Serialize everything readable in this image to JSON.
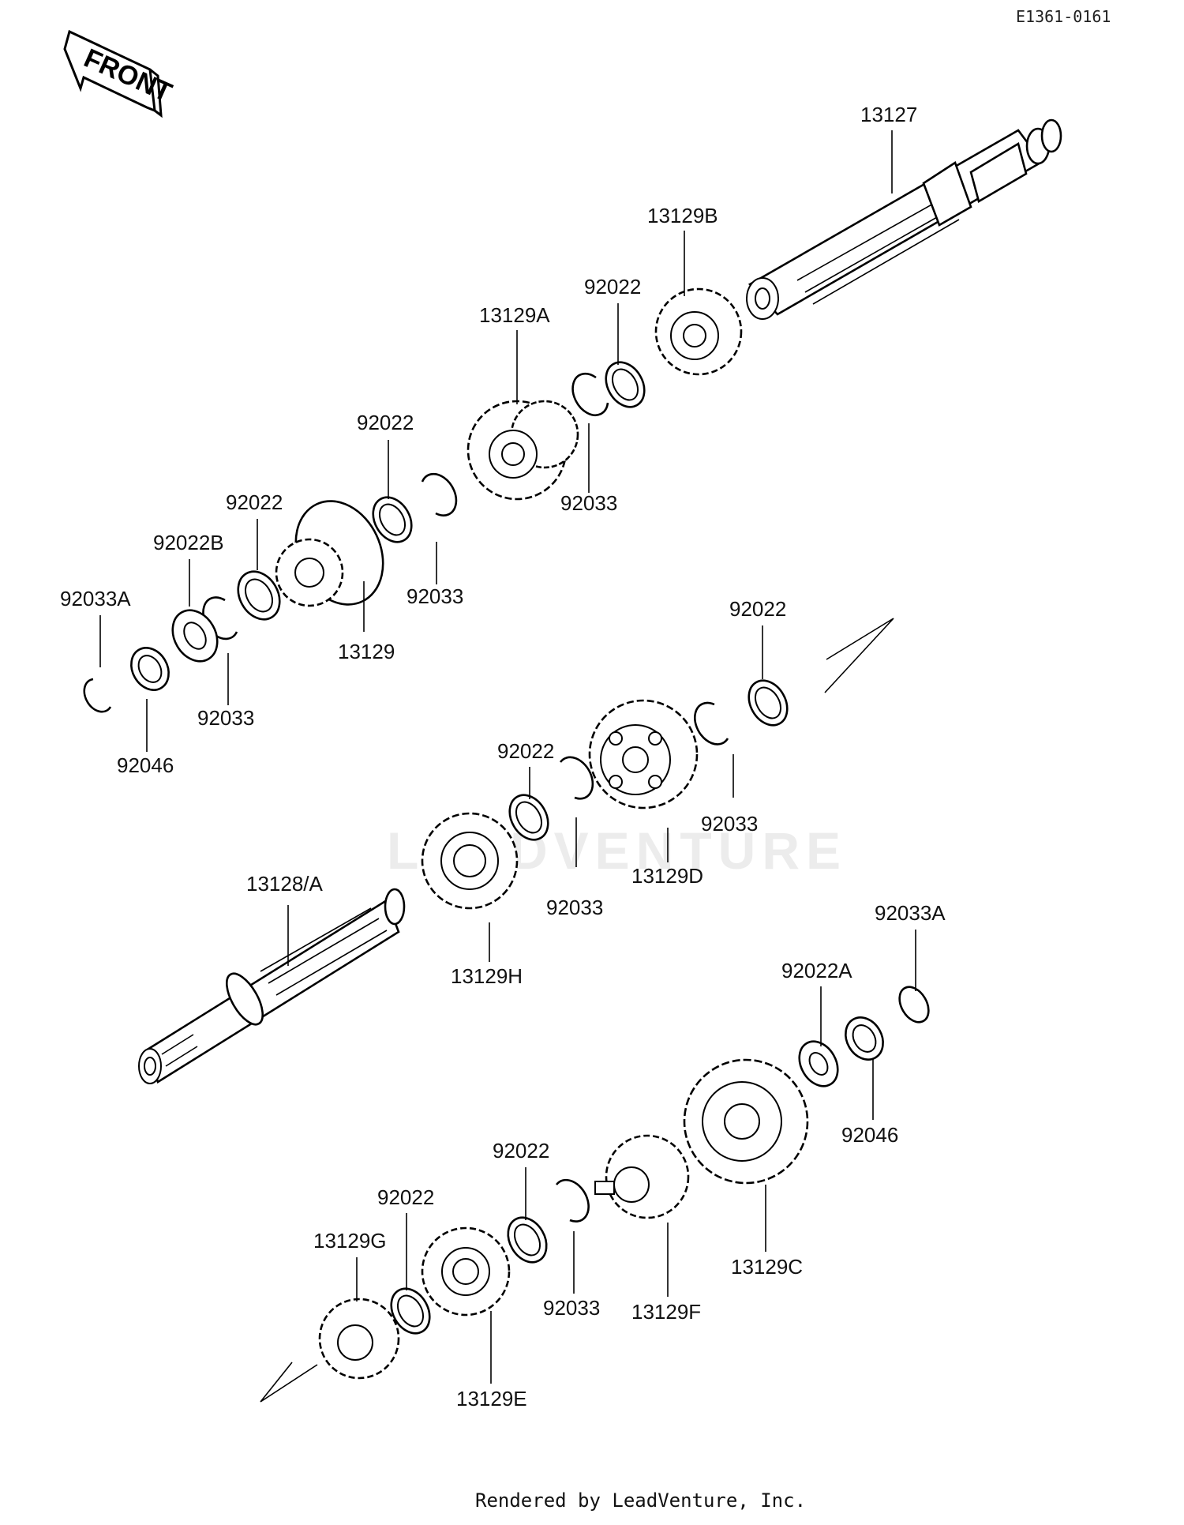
{
  "ref_code": "E1361-0161",
  "front_label": "FRONT",
  "watermark": "LEADVENTURE",
  "footer": "Rendered by LeadVenture, Inc.",
  "parts": {
    "p13127": "13127",
    "p13129B": "13129B",
    "p92022_a": "92022",
    "p13129A": "13129A",
    "p92022_b": "92022",
    "p92033_a": "92033",
    "p92022_c": "92022",
    "p92022B": "92022B",
    "p92033A_a": "92033A",
    "p92033_b": "92033",
    "p13129": "13129",
    "p92033_c": "92033",
    "p92046_a": "92046",
    "p92022_d": "92022",
    "p92022_e": "92022",
    "p92033_d": "92033",
    "p92033_e": "92033",
    "p13129D": "13129D",
    "p13128A": "13128/A",
    "p13129H": "13129H",
    "p92033A_b": "92033A",
    "p92022A": "92022A",
    "p92046_b": "92046",
    "p92022_f": "92022",
    "p92022_g": "92022",
    "p13129G": "13129G",
    "p92033_f": "92033",
    "p13129F": "13129F",
    "p13129C": "13129C",
    "p13129E": "13129E"
  }
}
